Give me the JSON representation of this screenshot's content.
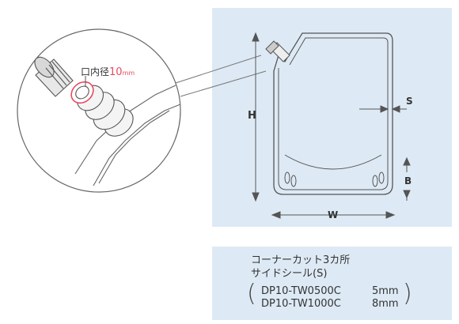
{
  "callout": {
    "label": "口内径",
    "value": "10",
    "unit": "mm"
  },
  "dimensions": {
    "height": "H",
    "width": "W",
    "side_seal": "S",
    "bottom": "B"
  },
  "spec": {
    "line1": "コーナーカット3カ所",
    "line2": "サイドシール(S)",
    "models": [
      {
        "code": "DP10-TW0500C",
        "size": "5mm"
      },
      {
        "code": "DP10-TW1000C",
        "size": "8mm"
      }
    ]
  },
  "colors": {
    "panel": "#ddeaf5",
    "accent": "#e84a5f",
    "line": "#555555"
  }
}
